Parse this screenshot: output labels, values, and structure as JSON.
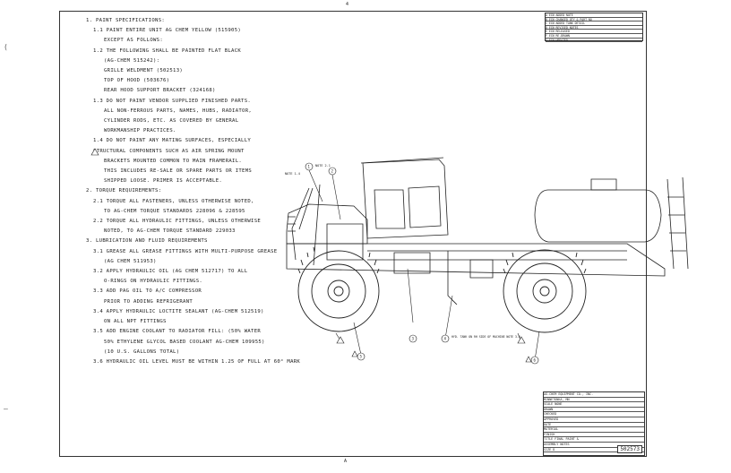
{
  "notes": [
    {
      "level": 1,
      "text": "1.  PAINT SPECIFICATIONS:"
    },
    {
      "level": 2,
      "text": "1.1 PAINT ENTIRE UNIT AG CHEM YELLOW (515905)"
    },
    {
      "level": 3,
      "text": "EXCEPT AS FOLLOWS:"
    },
    {
      "level": 2,
      "text": "1.2 THE FOLLOWING SHALL BE PAINTED FLAT BLACK"
    },
    {
      "level": 3,
      "text": "(AG-CHEM 515242):"
    },
    {
      "level": 3,
      "text": "GRILLE WELDMENT (502513)"
    },
    {
      "level": 3,
      "text": "TOP OF HOOD (503676)"
    },
    {
      "level": 3,
      "text": "REAR HOOD SUPPORT BRACKET (324168)"
    },
    {
      "level": 2,
      "text": "1.3 DO NOT PAINT VENDOR SUPPLIED FINISHED PARTS."
    },
    {
      "level": 3,
      "text": "ALL NON-FERROUS PARTS, NAMES, HUBS, RADIATOR,"
    },
    {
      "level": 3,
      "text": "CYLINDER RODS, ETC.    AS COVERED BY GENERAL"
    },
    {
      "level": 3,
      "text": "WORKMANSHIP PRACTICES."
    },
    {
      "level": 2,
      "text": "1.4 DO NOT PAINT ANY MATING SURFACES, ESPECIALLY"
    },
    {
      "level": 2,
      "text": "STRUCTURAL COMPONENTS SUCH AS AIR SPRING MOUNT"
    },
    {
      "level": 3,
      "text": "BRACKETS MOUNTED COMMON TO MAIN FRAMERAIL."
    },
    {
      "level": 3,
      "text": "THIS INCLUDES RE-SALE OR SPARE PARTS OR ITEMS"
    },
    {
      "level": 3,
      "text": "SHIPPED LOOSE.   PRIMER IS ACCEPTABLE."
    },
    {
      "level": 1,
      "text": "2.  TORQUE REQUIREMENTS:"
    },
    {
      "level": 2,
      "text": "2.1 TORQUE ALL FASTENERS, UNLESS OTHERWISE NOTED,"
    },
    {
      "level": 3,
      "text": "TO AG-CHEM TORQUE STANDARDS 228096 & 228595"
    },
    {
      "level": 2,
      "text": "2.2 TORQUE ALL HYDRAULIC FITTINGS, UNLESS OTHERWISE"
    },
    {
      "level": 3,
      "text": "NOTED, TO AG-CHEM TORQUE STANDARD 229033"
    },
    {
      "level": 1,
      "text": "3.  LUBRICATION AND FLUID REQUIREMENTS"
    },
    {
      "level": 2,
      "text": "3.1 GREASE ALL GREASE FITTINGS WITH MULTI-PURPOSE GREASE"
    },
    {
      "level": 3,
      "text": "(AG CHEM 511953)"
    },
    {
      "level": 2,
      "text": "3.2 APPLY HYDRAULIC OIL (AG CHEM 512717) TO ALL"
    },
    {
      "level": 3,
      "text": "O-RINGS ON HYDRAULIC FITTINGS."
    },
    {
      "level": 2,
      "text": "3.3 ADD PAG OIL TO A/C COMPRESSOR"
    },
    {
      "level": 3,
      "text": "PRIOR TO ADDING REFRIGERANT"
    },
    {
      "level": 2,
      "text": "3.4 APPLY HYDRAULIC LOCTITE SEALANT (AG-CHEM 512519)"
    },
    {
      "level": 3,
      "text": "ON ALL NPT FITTINGS"
    },
    {
      "level": 2,
      "text": "3.5 ADD ENGINE COOLANT TO RADIATOR FILL: (50% WATER"
    },
    {
      "level": 3,
      "text": "50% ETHYLENE GLYCOL BASED COOLANT AG-CHEM 109955)"
    },
    {
      "level": 3,
      "text": "(10 U.S. GALLONS TOTAL)"
    },
    {
      "level": 2,
      "text": "3.6 HYDRAULIC OIL LEVEL MUST BE WITHIN 1.25 OF FULL AT 60° MARK"
    }
  ],
  "callouts": {
    "c1": "1",
    "c2": "2",
    "c3": "3",
    "c4": "4",
    "c5": "5",
    "c6": "6",
    "note_a": "NOTE 2.1",
    "note_b": "NOTE 1.4",
    "note_c": "HYD. TANK ON RH SIDE OF MACHINE  NOTE 3.6"
  },
  "zones": {
    "top": "4",
    "bottom": "A"
  },
  "revisions": [
    "A   ECN  ADDED  NOTE",
    "B   ECN  CHANGED QTY & PART NO",
    "C   ECN  ADDED TANK DETAIL",
    "D   ECN  REVISED NOTES",
    "E   ECN  RELEASED",
    "F   ECN  RE-DRAWN",
    "G   ECN  UPDATED"
  ],
  "titleblock": {
    "rows": [
      "AG-CHEM EQUIPMENT CO., INC.",
      "MINNETONKA, MN",
      "SCALE  NONE",
      "DRAWN",
      "CHECKED",
      "APPROVED",
      "DATE",
      "MATERIAL",
      "FINISH",
      "TITLE  FINAL PAINT &",
      "ASSEMBLY NOTES",
      "SIZE  D"
    ],
    "dwg_no": "502573"
  }
}
